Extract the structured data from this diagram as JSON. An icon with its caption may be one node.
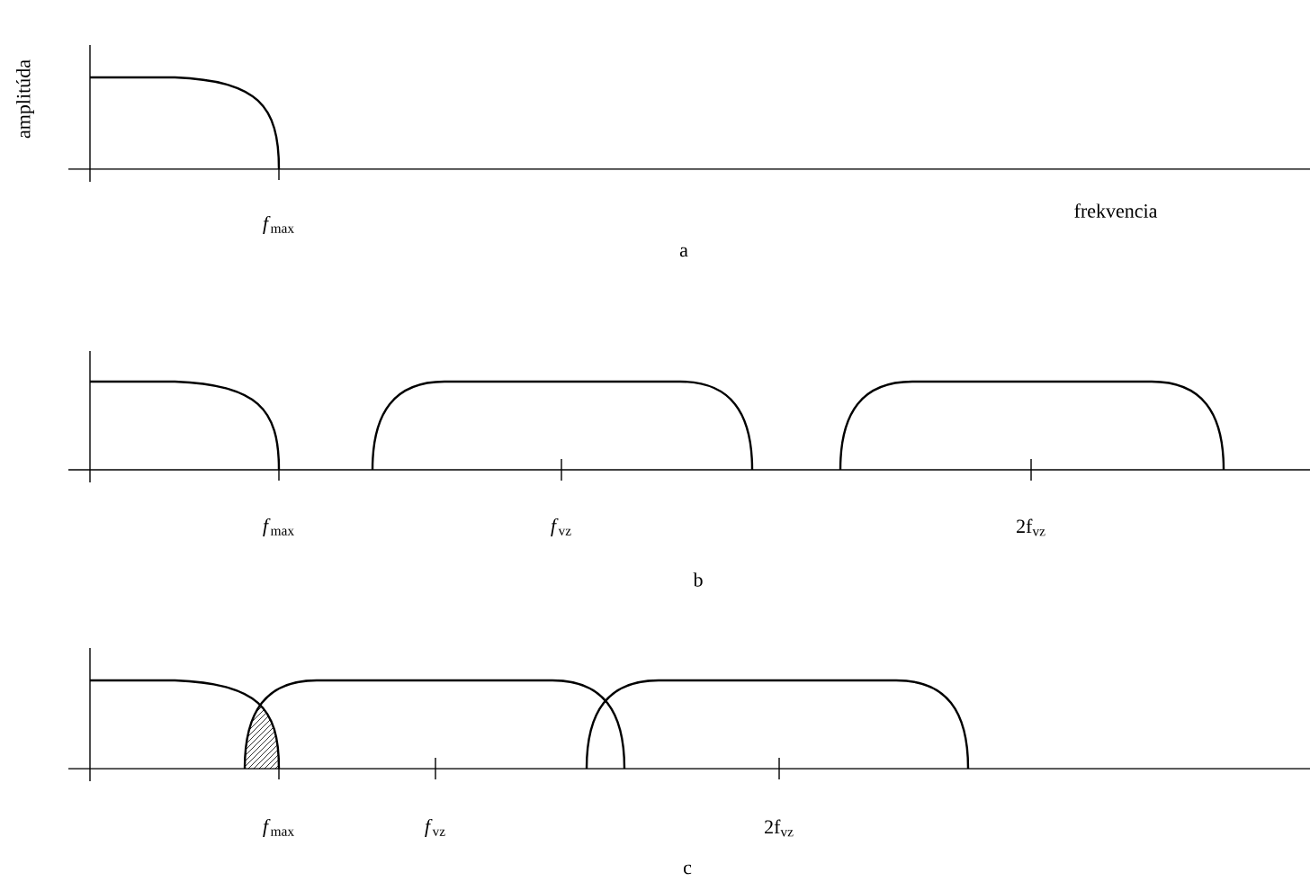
{
  "diagram": {
    "labels": [
      "amplitúda",
      "*f*$_{max}$",
      "frekvencia",
      "a",
      "*f*$_{max}$",
      "*f*$_{vz}$",
      "2f$_{vz}$",
      "b",
      "*f*$_{max}$",
      "*f*$_{vz}$",
      "2f$_{vz}$",
      "c"
    ]
  }
}
